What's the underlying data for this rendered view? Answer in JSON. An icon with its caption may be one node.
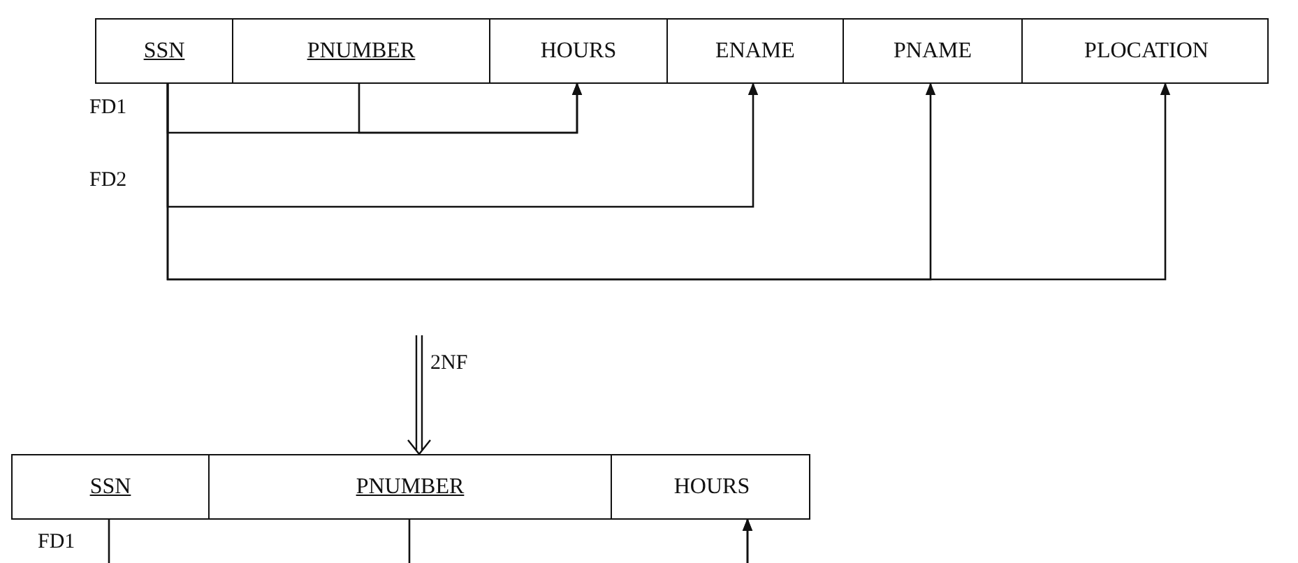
{
  "diagram": {
    "nodes": [
      {
        "text": [],
        "shape": "box"
      },
      {
        "text": [
          "SSN"
        ],
        "in": 0
      },
      {
        "text": [
          "PNUMBER"
        ],
        "in": 0
      },
      {
        "text": [
          "HOURS"
        ],
        "in": 0
      },
      {
        "text": [
          "ENAME"
        ],
        "in": 0
      },
      {
        "text": [
          "PNAME"
        ],
        "in": 0
      },
      {
        "text": [
          "PLOCATION"
        ],
        "in": 0
      },
      {
        "text": [],
        "shape": "box"
      },
      {
        "text": [
          "SSN"
        ],
        "in": 7
      },
      {
        "text": [
          "PNUMBER"
        ],
        "in": 7
      },
      {
        "text": [
          "HOURS"
        ],
        "in": 7
      }
    ],
    "edges": [
      {
        "from": 1,
        "to": 3,
        "arrow": "to"
      },
      {
        "from": 2,
        "to": 3,
        "arrow": "to"
      },
      {
        "from": 1,
        "to": 4,
        "arrow": "to"
      },
      {
        "from": 1,
        "to": 5,
        "arrow": "to"
      },
      {
        "from": 1,
        "to": 6,
        "arrow": "to"
      },
      {
        "from": null,
        "to": 7,
        "label": "2NF",
        "arrow": "to"
      },
      {
        "from": 8,
        "to": 10,
        "arrow": "to"
      },
      {
        "from": 9,
        "to": 10,
        "arrow": "to"
      }
    ],
    "labels": [
      "FD1",
      "FD2",
      "FD1"
    ]
  }
}
